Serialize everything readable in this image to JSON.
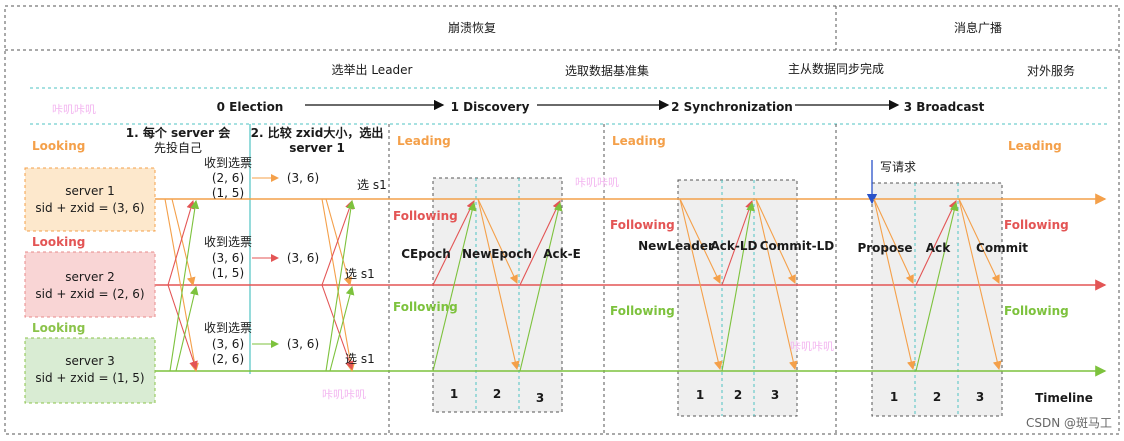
{
  "header": {
    "crash_recovery": "崩溃恢复",
    "broadcast_header": "消息广播"
  },
  "row2": {
    "elect_leader": "选举出 Leader",
    "select_baseline": "选取数据基准集",
    "sync_done": "主从数据同步完成",
    "serve": "对外服务"
  },
  "phases": [
    "0 Election",
    "1 Discovery",
    "2 Synchronization",
    "3 Broadcast"
  ],
  "election": {
    "step1_line1": "1. 每个 server 会",
    "step1_line2": "先投自己",
    "step2_line1": "2. 比较 zxid大小，选出",
    "step2_line2": "server 1"
  },
  "servers": [
    {
      "state": "Looking",
      "name": "server 1",
      "zxid": "sid + zxid = (3, 6)",
      "color": "#fde8cc",
      "border": "#f4a04a",
      "votes_title": "收到选票",
      "votes": [
        "(2, 6)",
        "(1, 5)"
      ],
      "result": "(3, 6)",
      "pick": "选 s1",
      "line_color": "#f4a04a"
    },
    {
      "state": "Looking",
      "name": "server 2",
      "zxid": "sid + zxid = (2, 6)",
      "color": "#f9d5d5",
      "border": "#e88a8a",
      "votes_title": "收到选票",
      "votes": [
        "(3, 6)",
        "(1, 5)"
      ],
      "result": "(3, 6)",
      "pick": "选 s1",
      "line_color": "#e35555"
    },
    {
      "state": "Looking",
      "name": "server 3",
      "zxid": "sid + zxid = (1, 5)",
      "color": "#d9ecd3",
      "border": "#8bc34a",
      "votes_title": "收到选票",
      "votes": [
        "(3, 6)",
        "(2, 6)"
      ],
      "result": "(3, 6)",
      "pick": "选 s1",
      "line_color": "#7dc23d"
    }
  ],
  "roles": {
    "leading": "Leading",
    "following": "Following"
  },
  "discovery": {
    "labels": [
      "CEpoch",
      "NewEpoch",
      "Ack-E"
    ],
    "steps": [
      "1",
      "2",
      "3"
    ]
  },
  "sync": {
    "labels": [
      "NewLeader",
      "Ack-LD",
      "Commit-LD"
    ],
    "steps": [
      "1",
      "2",
      "3"
    ]
  },
  "broadcast": {
    "write_req": "写请求",
    "labels": [
      "Propose",
      "Ack",
      "Commit"
    ],
    "steps": [
      "1",
      "2",
      "3"
    ]
  },
  "timeline": "Timeline",
  "watermark": "咔叽咔叽",
  "credit": "CSDN @斑马工"
}
